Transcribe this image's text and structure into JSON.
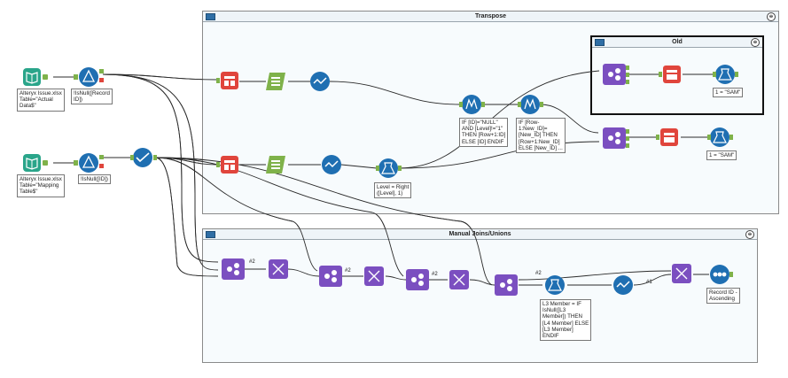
{
  "containers": {
    "transpose": {
      "title": "Transpose",
      "collapse_symbol": "⊖"
    },
    "old": {
      "title": "Old",
      "collapse_symbol": "⊖"
    },
    "manual": {
      "title": "Manual Joins/Unions",
      "collapse_symbol": "⊖"
    }
  },
  "inputs": {
    "input1": "Alteryx Issue.xlsx\nTable=\"Actual\nData$\"",
    "input2": "Alteryx Issue.xlsx\nTable=\"Mapping\nTable$\""
  },
  "filters": {
    "filter1": "!IsNull([Record\nID])",
    "filter2": "!IsNull([ID])"
  },
  "formulas": {
    "formula_id": "IF [ID]=\"NULL\"\nAND [Level]!=\"1\"\nTHEN [Row+1:ID]\nELSE [ID] ENDIF",
    "formula_row": "IF [Row-\n1:New_ID]=\n[New_ID] THEN\n[Row+1:New_ID]\nELSE [New_ID] ...",
    "formula_level": "Level = Right\n([Level], 1)",
    "formula_old": "1 = \"SAM\"",
    "formula_output": "1 = \"SAM\"",
    "formula_l3": "L3 Member = IF\nIsNull([L3\nMember]) THEN\n[L4 Member] ELSE\n[L3 Member]\nENDIF"
  },
  "sort": {
    "label": "Record ID -\nAscending"
  },
  "record_labels": {
    "r1": "#2",
    "r2": "#2",
    "r3": "#2",
    "r4": "#2",
    "r5": "#1"
  },
  "colors": {
    "input": "#2aa58a",
    "prep": "#1f6fb2",
    "join": "#7b4fc0",
    "transform": "#e0453c",
    "parse": "#7fb24a",
    "connector": "#222222"
  }
}
